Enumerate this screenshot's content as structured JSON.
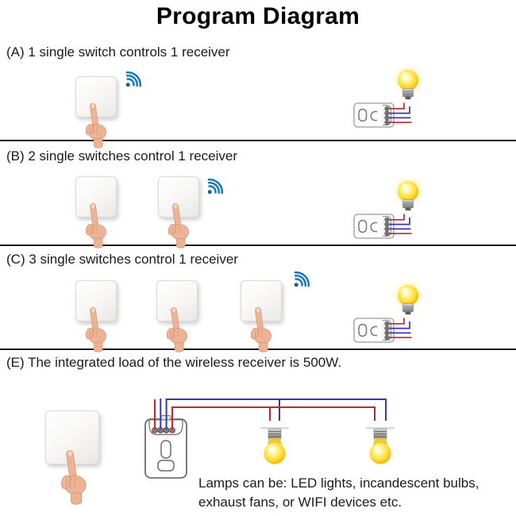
{
  "title": "Program Diagram",
  "sections": {
    "a": {
      "label": "(A) 1 single switch controls 1 receiver",
      "switches": 1,
      "receivers": 1
    },
    "b": {
      "label": "(B) 2 single switches control 1 receiver",
      "switches": 2,
      "receivers": 1
    },
    "c": {
      "label": "(C) 3 single switches control 1 receiver",
      "switches": 3,
      "receivers": 1
    },
    "e": {
      "label": "(E) The integrated load of the wireless receiver is 500W.",
      "caption_line1": "Lamps can be: LED lights, incandescent bulbs,",
      "caption_line2": "exhaust fans, or WIFI devices etc.",
      "lamp_count": 2
    }
  },
  "colors": {
    "background": "#ffffff",
    "text": "#1b1b1b",
    "divider": "#161616",
    "wifi_blue": "#1778be",
    "wire_red": "#c0272d",
    "wire_blue": "#3a35b5",
    "bulb_yellow": "#ffd92e"
  },
  "icons": {
    "wifi": "wifi-signal",
    "bulb": "glowing-light-bulb",
    "hand": "finger-pressing-switch",
    "switch": "wireless-wall-switch",
    "receiver_horizontal": "wireless-receiver-module",
    "receiver_vertical": "wireless-receiver-wiring"
  }
}
